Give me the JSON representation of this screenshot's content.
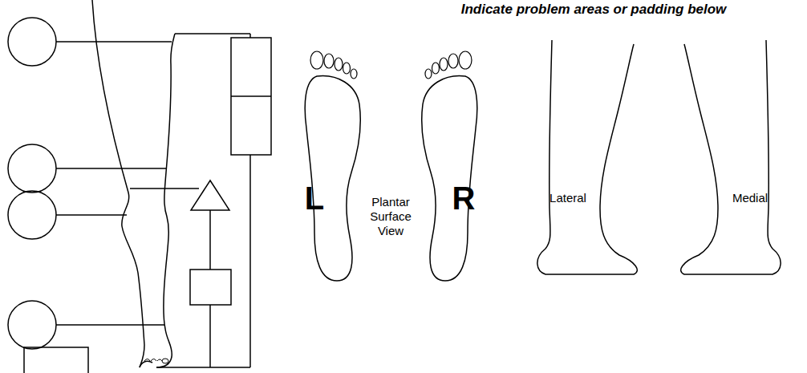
{
  "diagram": {
    "title": "Indicate problem areas or padding below",
    "labels": [
      "L",
      "Plantar Surface View",
      "R",
      "Lateral",
      "Medial"
    ]
  }
}
